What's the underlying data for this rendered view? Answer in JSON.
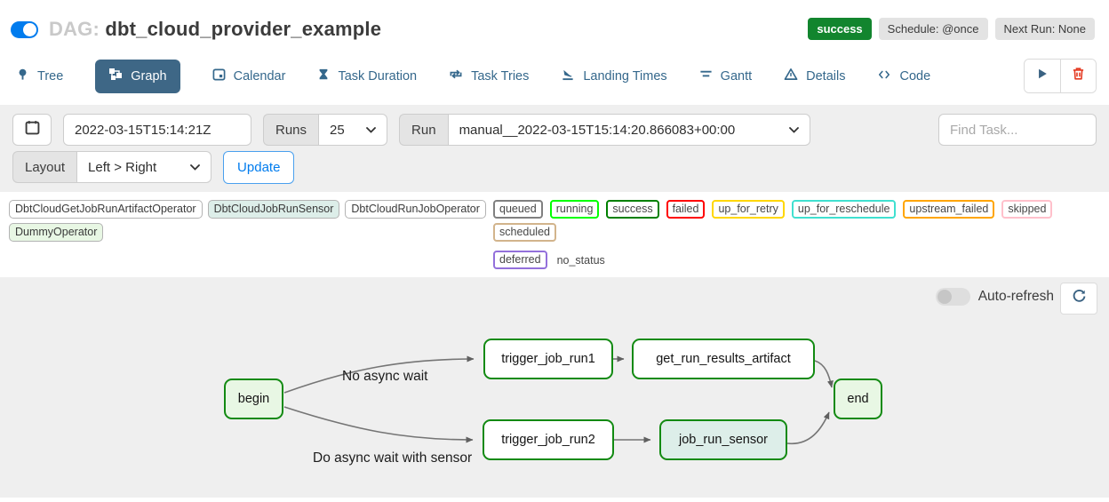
{
  "header": {
    "toggle_on": true,
    "dag_prefix": "DAG:",
    "dag_id": "dbt_cloud_provider_example",
    "status_badge": "success",
    "schedule_badge": "Schedule: @once",
    "next_run_badge": "Next Run: None"
  },
  "tabs": [
    {
      "label": "Tree",
      "active": false
    },
    {
      "label": "Graph",
      "active": true
    },
    {
      "label": "Calendar",
      "active": false
    },
    {
      "label": "Task Duration",
      "active": false
    },
    {
      "label": "Task Tries",
      "active": false
    },
    {
      "label": "Landing Times",
      "active": false
    },
    {
      "label": "Gantt",
      "active": false
    },
    {
      "label": "Details",
      "active": false
    },
    {
      "label": "Code",
      "active": false
    }
  ],
  "filters": {
    "date_value": "2022-03-15T15:14:21Z",
    "runs_label": "Runs",
    "runs_value": "25",
    "run_label": "Run",
    "run_value": "manual__2022-03-15T15:14:20.866083+00:00",
    "find_task_placeholder": "Find Task...",
    "layout_label": "Layout",
    "layout_value": "Left > Right",
    "update_label": "Update"
  },
  "legend": {
    "operators": [
      {
        "name": "DbtCloudGetJobRunArtifactOperator",
        "bg": "#ffffff"
      },
      {
        "name": "DbtCloudJobRunSensor",
        "bg": "#ddeee9"
      },
      {
        "name": "DbtCloudRunJobOperator",
        "bg": "#ffffff"
      },
      {
        "name": "DummyOperator",
        "bg": "#e8f7e4"
      }
    ],
    "statuses": [
      {
        "name": "queued",
        "border": "#808080"
      },
      {
        "name": "running",
        "border": "#00ff00"
      },
      {
        "name": "success",
        "border": "#008000"
      },
      {
        "name": "failed",
        "border": "#ff0000"
      },
      {
        "name": "up_for_retry",
        "border": "#ffd700"
      },
      {
        "name": "up_for_reschedule",
        "border": "#40e0d0"
      },
      {
        "name": "upstream_failed",
        "border": "#ffa500"
      },
      {
        "name": "skipped",
        "border": "#ffc0cb"
      },
      {
        "name": "scheduled",
        "border": "#d2b48c"
      },
      {
        "name": "deferred",
        "border": "#9370db"
      }
    ],
    "no_status_label": "no_status"
  },
  "graph": {
    "auto_refresh_label": "Auto-refresh",
    "auto_refresh_on": false,
    "edge_labels": {
      "top": "No async wait",
      "bottom": "Do async wait with sensor"
    },
    "nodes": [
      {
        "id": "begin",
        "label": "begin",
        "fill": "#e8f7e4"
      },
      {
        "id": "trigger_job_run1",
        "label": "trigger_job_run1",
        "fill": "#ffffff"
      },
      {
        "id": "get_run_results_artifact",
        "label": "get_run_results_artifact",
        "fill": "#ffffff"
      },
      {
        "id": "trigger_job_run2",
        "label": "trigger_job_run2",
        "fill": "#ffffff"
      },
      {
        "id": "job_run_sensor",
        "label": "job_run_sensor",
        "fill": "#ddeee9"
      },
      {
        "id": "end",
        "label": "end",
        "fill": "#e8f7e4"
      }
    ]
  },
  "colors": {
    "accent_blue": "#017cee",
    "tab_active_bg": "#3e6786",
    "node_border": "#128a12",
    "success_badge_bg": "#12852e",
    "trash_red": "#e43921",
    "edge_gray": "#757575"
  }
}
